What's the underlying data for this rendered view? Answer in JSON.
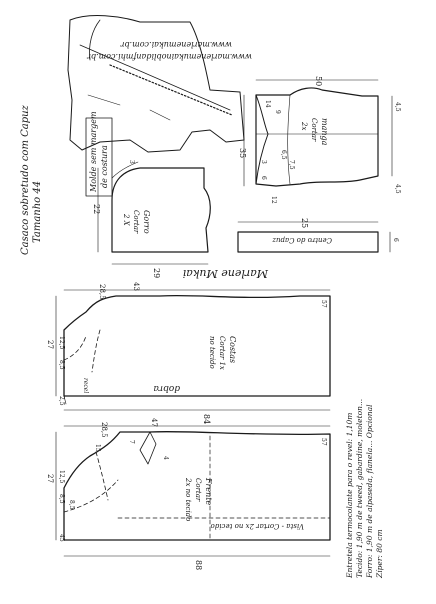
{
  "document": {
    "title_line1": "Casaco sobretudo com Capuz",
    "title_line2": "Tamanho 44",
    "website1": "www.marlenemukai.com.br",
    "website2": "www.marlenemukainoblidanfmhi.com.br",
    "signature": "Marlene Mukai",
    "margin_note_line1": "Molde sem margem",
    "margin_note_line2": "de costura"
  },
  "pieces": {
    "manga": {
      "label": "manga",
      "cut": "Cortar",
      "qty": "2x",
      "dim_width": "50",
      "dim_height": "35",
      "dim_3": "3",
      "dim_6": "6",
      "dim_12": "12",
      "dim_14": "14",
      "dim_4_5_top": "4,5",
      "dim_4_5_bot": "4,5",
      "dim_6_5": "6,5",
      "dim_7_5": "7,5",
      "dim_9": "9"
    },
    "gorro": {
      "label": "Gorro",
      "cut": "Cortar",
      "qty": "2 X",
      "dim_height": "22",
      "dim_width": "29",
      "dim_3": "3"
    },
    "centro_capuz": {
      "label": "Centro do Capuz",
      "dim_length": "25",
      "dim_6": "6"
    },
    "costas": {
      "label": "Costas",
      "cut": "Cortar 1x",
      "place": "no tecido",
      "fold": "dobra",
      "dim_top": "28,5",
      "dim_43": "43",
      "dim_27": "27",
      "dim_12_5": "12,5",
      "dim_8_5": "8,5",
      "dim_2_5": "2,5",
      "dim_84": "84",
      "dim_57": "57",
      "dim_recel": "recel"
    },
    "frente": {
      "label": "Frente",
      "cut": "Cortar",
      "qty": "2x no tecido",
      "vista": "Vista - Cortar 2x no tecido",
      "dim_top": "28,5",
      "dim_47": "47",
      "dim_27": "27",
      "dim_12_5": "12,5",
      "dim_8_5": "8,5",
      "dim_8_5b": "8,5",
      "dim_15": "15",
      "dim_7": "7",
      "dim_4": "4",
      "dim_88": "88",
      "dim_57": "57",
      "dim_45": "45"
    }
  },
  "materials": {
    "line1": "Entretela termocolante para o revel: 1,10m",
    "line2": "Tecido: 1,90 m de tweed, gabardine, moleton...",
    "line3": "Forro: 1,90 m de alpaseda, flanela... Opcional",
    "line4": "Zíper: 80 cm"
  }
}
